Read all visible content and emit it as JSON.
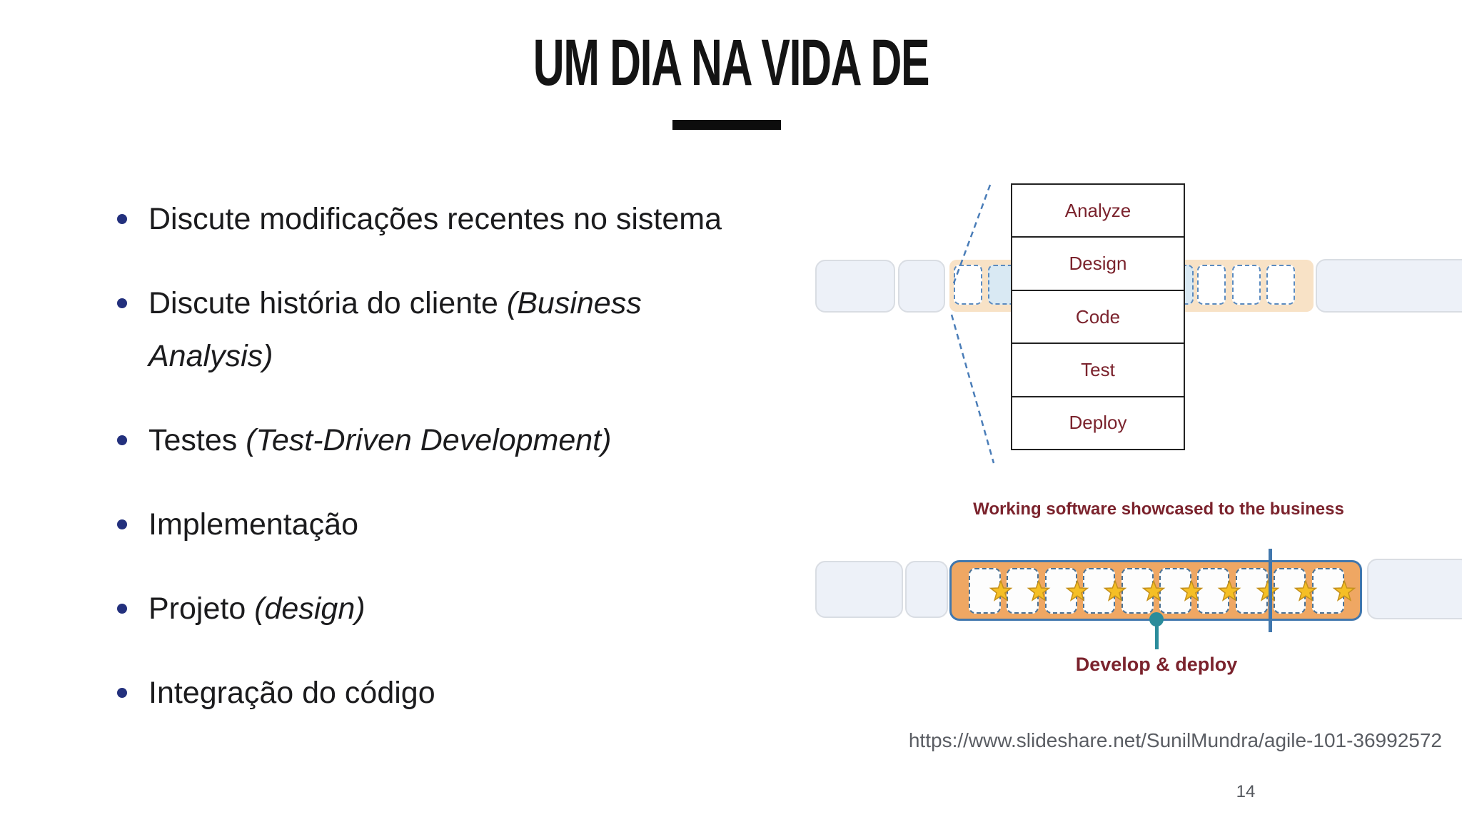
{
  "slide": {
    "title": "UM DIA NA VIDA DE",
    "bullets": [
      {
        "segments": [
          {
            "text": "Discute modificações recentes no sistema"
          }
        ]
      },
      {
        "segments": [
          {
            "text": "Discute história do cliente "
          },
          {
            "text": "(Business",
            "italic": true
          },
          {
            "break": true
          },
          {
            "text": "Analysis)",
            "italic": true
          }
        ]
      },
      {
        "segments": [
          {
            "text": "Testes "
          },
          {
            "text": "(Test-Driven Development)",
            "italic": true
          }
        ]
      },
      {
        "segments": [
          {
            "text": "Implementação"
          }
        ]
      },
      {
        "segments": [
          {
            "text": "Projeto "
          },
          {
            "text": "(design)",
            "italic": true
          }
        ]
      },
      {
        "segments": [
          {
            "text": "Integração do código"
          }
        ]
      }
    ],
    "diagram": {
      "stages": [
        "Analyze",
        "Design",
        "Code",
        "Test",
        "Deploy"
      ],
      "caption_top": "Working software showcased to the business",
      "caption_bottom": "Develop & deploy",
      "iteration_cells": 10,
      "stars": 10
    },
    "source_url": "https://www.slideshare.net/SunilMundra/agile-101-36992572",
    "page_number": "14",
    "colors": {
      "bullet_dot": "#23307d",
      "maroon_text": "#7b232d",
      "band_peach": "#f8e2c6",
      "iteration_orange": "#efa763",
      "timeline_blue": "#4177ad",
      "dashed_cell_border": "#4a7296",
      "star_fill": "#f5bf25",
      "star_stroke": "#c4901c",
      "pin_teal": "#2b8c9b",
      "gray_box": "#edf1f8"
    }
  }
}
